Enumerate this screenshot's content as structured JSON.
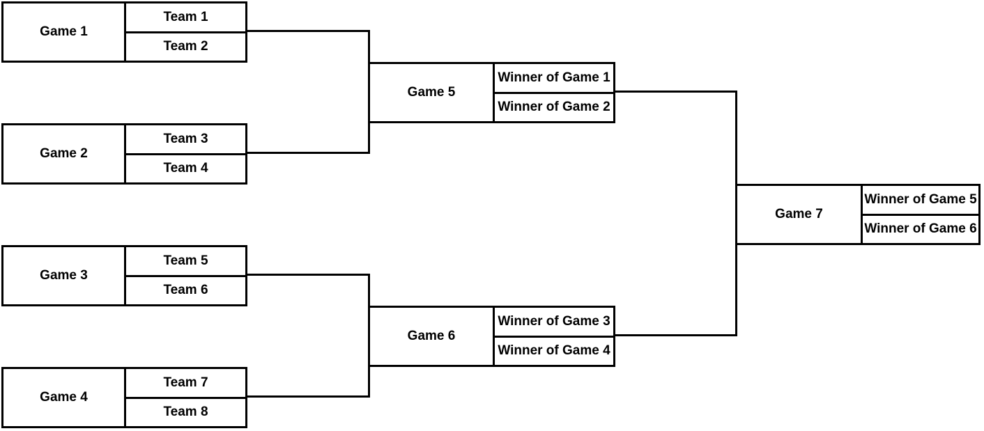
{
  "games": [
    {
      "label": "Game 1",
      "slots": [
        "Team 1",
        "Team 2"
      ]
    },
    {
      "label": "Game 2",
      "slots": [
        "Team 3",
        "Team 4"
      ]
    },
    {
      "label": "Game 3",
      "slots": [
        "Team 5",
        "Team 6"
      ]
    },
    {
      "label": "Game 4",
      "slots": [
        "Team 7",
        "Team 8"
      ]
    },
    {
      "label": "Game 5",
      "slots": [
        "Winner of Game 1",
        "Winner of Game 2"
      ]
    },
    {
      "label": "Game 6",
      "slots": [
        "Winner of Game 3",
        "Winner of Game 4"
      ]
    },
    {
      "label": "Game 7",
      "slots": [
        "Winner of Game 5",
        "Winner of Game 6"
      ]
    }
  ],
  "colors": {
    "line": "#000000",
    "background": "#ffffff",
    "text": "#000000"
  }
}
